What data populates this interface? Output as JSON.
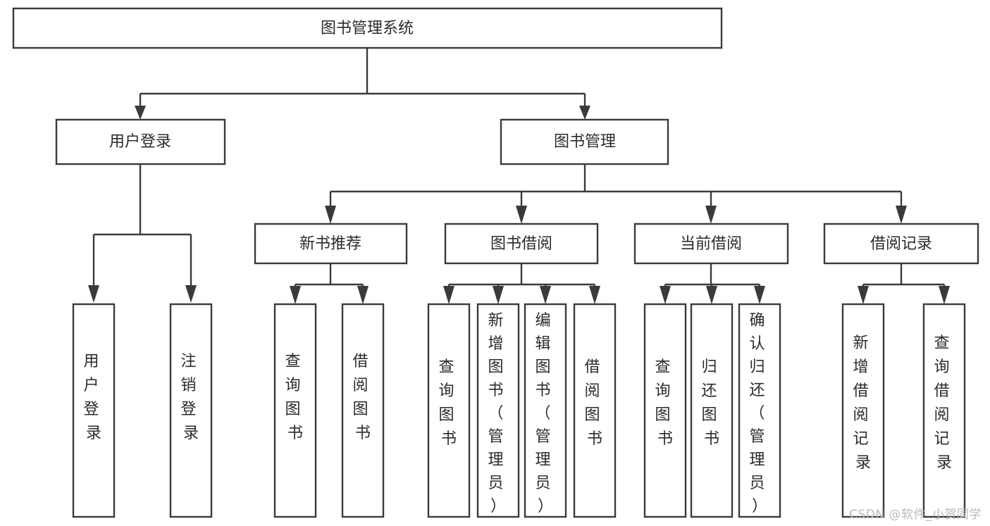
{
  "diagram": {
    "type": "tree-hierarchy",
    "title": "图书管理系统",
    "watermark": "CSDN @软件_小贺同学",
    "colors": {
      "stroke": "#3a3a3a",
      "box_fill": "#ffffff",
      "text": "#2b2b2b",
      "background": "#ffffff",
      "watermark": "#b9b9b9"
    },
    "levels": {
      "root": {
        "label": "图书管理系统",
        "orientation": "horizontal"
      },
      "level1": [
        {
          "label": "用户登录",
          "orientation": "horizontal"
        },
        {
          "label": "图书管理",
          "orientation": "horizontal"
        }
      ],
      "level2": [
        {
          "label": "新书推荐",
          "orientation": "horizontal",
          "parent": "图书管理"
        },
        {
          "label": "图书借阅",
          "orientation": "horizontal",
          "parent": "图书管理"
        },
        {
          "label": "当前借阅",
          "orientation": "horizontal",
          "parent": "图书管理"
        },
        {
          "label": "借阅记录",
          "orientation": "horizontal",
          "parent": "图书管理"
        }
      ],
      "leaves": [
        {
          "label": "用户登录",
          "orientation": "vertical",
          "parent": "用户登录",
          "lines": [
            "用",
            "户",
            "登",
            "录"
          ]
        },
        {
          "label": "注销登录",
          "orientation": "vertical",
          "parent": "用户登录",
          "lines": [
            "注",
            "销",
            "登",
            "录"
          ]
        },
        {
          "label": "查询图书",
          "orientation": "vertical",
          "parent": "新书推荐",
          "lines": [
            "查",
            "询",
            "图",
            "书"
          ]
        },
        {
          "label": "借阅图书",
          "orientation": "vertical",
          "parent": "新书推荐",
          "lines": [
            "借",
            "阅",
            "图",
            "书"
          ]
        },
        {
          "label": "查询图书",
          "orientation": "vertical",
          "parent": "图书借阅",
          "lines": [
            "查",
            "询",
            "图",
            "书"
          ]
        },
        {
          "label": "新增图书（管理员）",
          "orientation": "vertical",
          "parent": "图书借阅",
          "lines": [
            "新",
            "增",
            "图",
            "书",
            "（",
            "管",
            "理",
            "员",
            "）"
          ]
        },
        {
          "label": "编辑图书（管理员）",
          "orientation": "vertical",
          "parent": "图书借阅",
          "lines": [
            "编",
            "辑",
            "图",
            "书",
            "（",
            "管",
            "理",
            "员",
            "）"
          ]
        },
        {
          "label": "借阅图书",
          "orientation": "vertical",
          "parent": "图书借阅",
          "lines": [
            "借",
            "阅",
            "图",
            "书"
          ]
        },
        {
          "label": "查询图书",
          "orientation": "vertical",
          "parent": "当前借阅",
          "lines": [
            "查",
            "询",
            "图",
            "书"
          ]
        },
        {
          "label": "归还图书",
          "orientation": "vertical",
          "parent": "当前借阅",
          "lines": [
            "归",
            "还",
            "图",
            "书"
          ]
        },
        {
          "label": "确认归还（管理员）",
          "orientation": "vertical",
          "parent": "当前借阅",
          "lines": [
            "确",
            "认",
            "归",
            "还",
            "（",
            "管",
            "理",
            "员",
            "）"
          ]
        },
        {
          "label": "新增借阅记录",
          "orientation": "vertical",
          "parent": "借阅记录",
          "lines": [
            "新",
            "增",
            "借",
            "阅",
            "记",
            "录"
          ]
        },
        {
          "label": "查询借阅记录",
          "orientation": "vertical",
          "parent": "借阅记录",
          "lines": [
            "查",
            "询",
            "借",
            "阅",
            "记",
            "录"
          ]
        }
      ]
    }
  }
}
